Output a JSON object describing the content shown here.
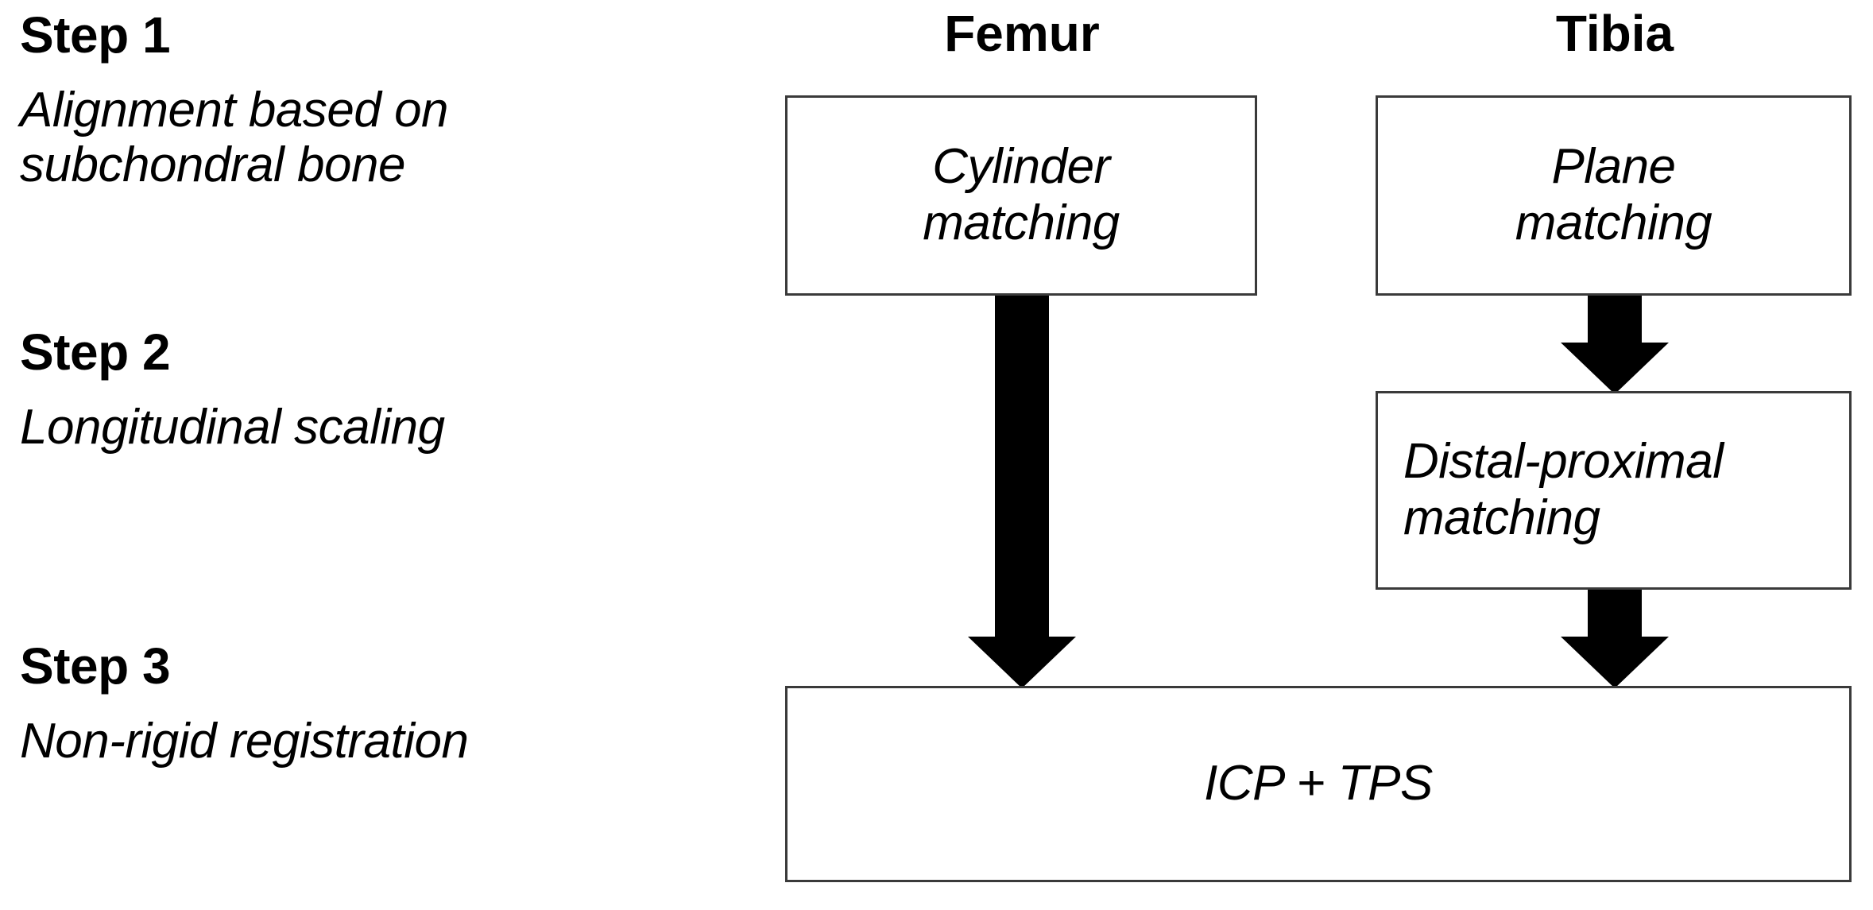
{
  "steps": [
    {
      "title": "Step 1",
      "description": "Alignment based on\nsubchondral bone"
    },
    {
      "title": "Step 2",
      "description": "Longitudinal scaling"
    },
    {
      "title": "Step 3",
      "description": "Non-rigid registration"
    }
  ],
  "columns": [
    {
      "header": "Femur"
    },
    {
      "header": "Tibia"
    }
  ],
  "nodes": {
    "cylinder_matching": "Cylinder\nmatching",
    "plane_matching": "Plane\nmatching",
    "distal_proximal_matching": "Distal-proximal\nmatching",
    "icp_tps": "ICP + TPS"
  },
  "colors": {
    "background": "#ffffff",
    "text": "#000000",
    "box_border": "#3a3a3a",
    "arrow_fill": "#000000"
  },
  "chart_data": {
    "type": "diagram",
    "title": "",
    "nodes": [
      {
        "id": "cylinder_matching",
        "label": "Cylinder matching",
        "column": "Femur",
        "step": 1
      },
      {
        "id": "plane_matching",
        "label": "Plane matching",
        "column": "Tibia",
        "step": 1
      },
      {
        "id": "distal_proximal_matching",
        "label": "Distal-proximal matching",
        "column": "Tibia",
        "step": 2
      },
      {
        "id": "icp_tps",
        "label": "ICP + TPS",
        "column": "Femur+Tibia",
        "step": 3
      }
    ],
    "edges": [
      {
        "from": "cylinder_matching",
        "to": "icp_tps",
        "style": "block-arrow-down"
      },
      {
        "from": "plane_matching",
        "to": "distal_proximal_matching",
        "style": "block-arrow-down"
      },
      {
        "from": "distal_proximal_matching",
        "to": "icp_tps",
        "style": "block-arrow-down"
      }
    ]
  }
}
